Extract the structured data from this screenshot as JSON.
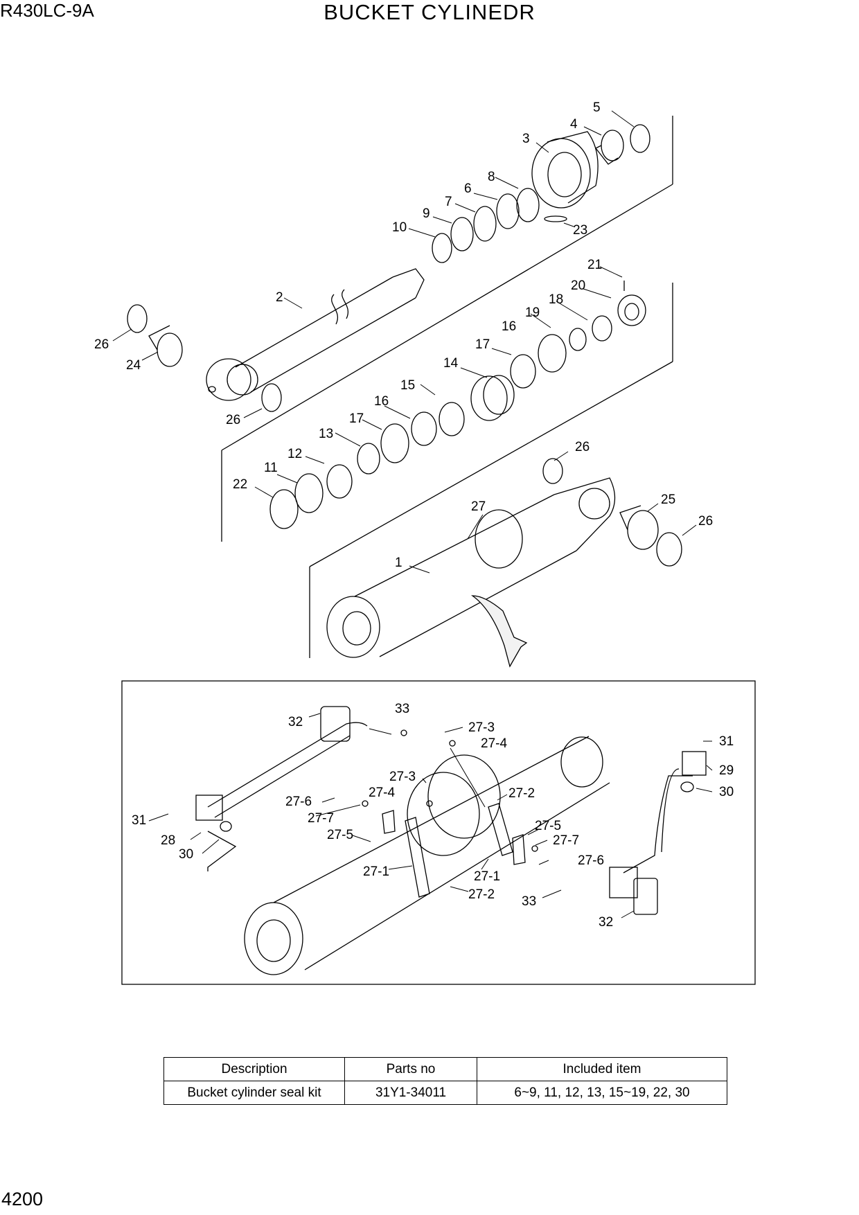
{
  "header": {
    "model": "R430LC-9A",
    "title": "BUCKET CYLINEDR"
  },
  "page_number": "4200",
  "callouts": {
    "c1": "1",
    "c2": "2",
    "c3": "3",
    "c4": "4",
    "c5": "5",
    "c6": "6",
    "c7": "7",
    "c8": "8",
    "c9": "9",
    "c10": "10",
    "c11": "11",
    "c12": "12",
    "c13": "13",
    "c14": "14",
    "c15": "15",
    "c16a": "16",
    "c16b": "16",
    "c17a": "17",
    "c17b": "17",
    "c18": "18",
    "c19": "19",
    "c20": "20",
    "c21": "21",
    "c22": "22",
    "c23": "23",
    "c24": "24",
    "c25": "25",
    "c26a": "26",
    "c26b": "26",
    "c26c": "26",
    "c26d": "26",
    "c27": "27",
    "d32a": "32",
    "d33a": "33",
    "d27_3a": "27-3",
    "d27_4a": "27-4",
    "d31a": "31",
    "d29": "29",
    "d30a": "30",
    "d27_3b": "27-3",
    "d27_4b": "27-4",
    "d27_2a": "27-2",
    "d27_6a": "27-6",
    "d27_7a": "27-7",
    "d27_5a": "27-5",
    "d31b": "31",
    "d28": "28",
    "d30b": "30",
    "d27_5b": "27-5",
    "d27_7b": "27-7",
    "d27_6b": "27-6",
    "d27_1a": "27-1",
    "d27_1b": "27-1",
    "d27_2b": "27-2",
    "d33b": "33",
    "d32b": "32"
  },
  "seal_kit_table": {
    "headers": [
      "Description",
      "Parts no",
      "Included item"
    ],
    "row": {
      "description": "Bucket cylinder seal kit",
      "parts_no": "31Y1-34011",
      "included": "6~9, 11, 12, 13, 15~19, 22, 30"
    }
  }
}
